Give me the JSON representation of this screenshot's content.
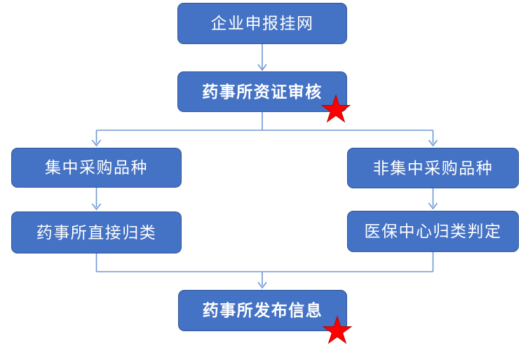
{
  "diagram": {
    "type": "flowchart",
    "nodes": {
      "declare": {
        "label": "企业申报挂网",
        "bold": false,
        "starred": false
      },
      "review": {
        "label": "药事所资证审核",
        "bold": true,
        "starred": true
      },
      "central": {
        "label": "集中采购品种",
        "bold": false,
        "starred": false
      },
      "noncentral": {
        "label": "非集中采购品种",
        "bold": false,
        "starred": false
      },
      "direct": {
        "label": "药事所直接归类",
        "bold": false,
        "starred": false
      },
      "insurance": {
        "label": "医保中心归类判定",
        "bold": false,
        "starred": false
      },
      "publish": {
        "label": "药事所发布信息",
        "bold": true,
        "starred": true
      }
    },
    "edges": [
      {
        "from": "declare",
        "to": "review"
      },
      {
        "from": "review",
        "to": "central"
      },
      {
        "from": "review",
        "to": "noncentral"
      },
      {
        "from": "central",
        "to": "direct"
      },
      {
        "from": "noncentral",
        "to": "insurance"
      },
      {
        "from": "direct",
        "to": "publish"
      },
      {
        "from": "insurance",
        "to": "publish"
      }
    ],
    "colors": {
      "node_fill": "#4472C4",
      "node_border": "#2F5597",
      "node_text": "#FFFFFF",
      "connector": "#6F98D4",
      "star_fill": "#FF0000",
      "star_border": "#C00000"
    }
  }
}
